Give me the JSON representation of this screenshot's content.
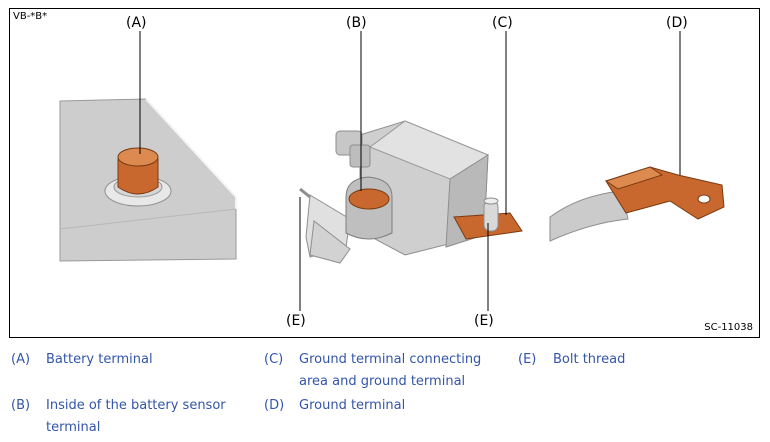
{
  "figure": {
    "code_top_left": "VB-*B*",
    "code_bottom_right": "SC-11038",
    "callouts": {
      "a": "(A)",
      "b": "(B)",
      "c": "(C)",
      "d": "(D)",
      "e_left": "(E)",
      "e_right": "(E)"
    }
  },
  "legend": [
    {
      "key": "(A)",
      "label": "Battery terminal"
    },
    {
      "key": "(B)",
      "label": "Inside of the battery sensor terminal"
    },
    {
      "key": "(C)",
      "label": "Ground terminal connecting area and ground terminal"
    },
    {
      "key": "(D)",
      "label": "Ground terminal"
    },
    {
      "key": "(E)",
      "label": "Bolt thread"
    }
  ],
  "colors": {
    "copper": "#c8682e",
    "gray_body": "#cfcfcf",
    "legend_text": "#3355aa"
  }
}
